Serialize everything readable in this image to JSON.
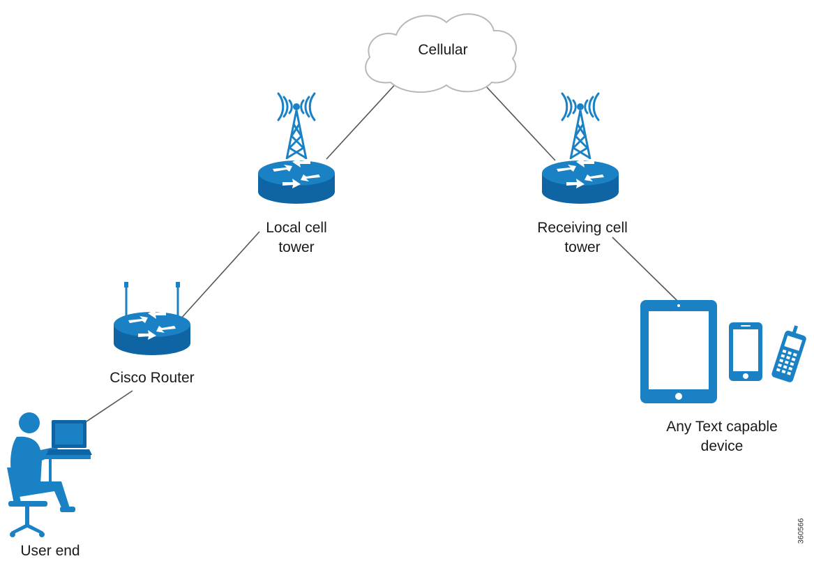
{
  "colors": {
    "device_blue": "#1a82c4",
    "device_dark": "#0f64a3",
    "link_gray": "#555555",
    "cloud_stroke": "#b8b8b8"
  },
  "nodes": {
    "cloud": {
      "label": "Cellular",
      "icon": "cloud-icon"
    },
    "local_tower": {
      "label_line1": "Local cell",
      "label_line2": "tower",
      "icon": "cell-tower-router-icon"
    },
    "receiving_tower": {
      "label_line1": "Receiving cell",
      "label_line2": "tower",
      "icon": "cell-tower-router-icon"
    },
    "router": {
      "label": "Cisco Router",
      "icon": "router-icon"
    },
    "user": {
      "label": "User end",
      "icon": "user-at-computer-icon"
    },
    "devices": {
      "label_line1": "Any Text capable",
      "label_line2": "device",
      "icons": [
        "tablet-icon",
        "smartphone-icon",
        "handset-icon"
      ]
    }
  },
  "figure_id": "360566"
}
